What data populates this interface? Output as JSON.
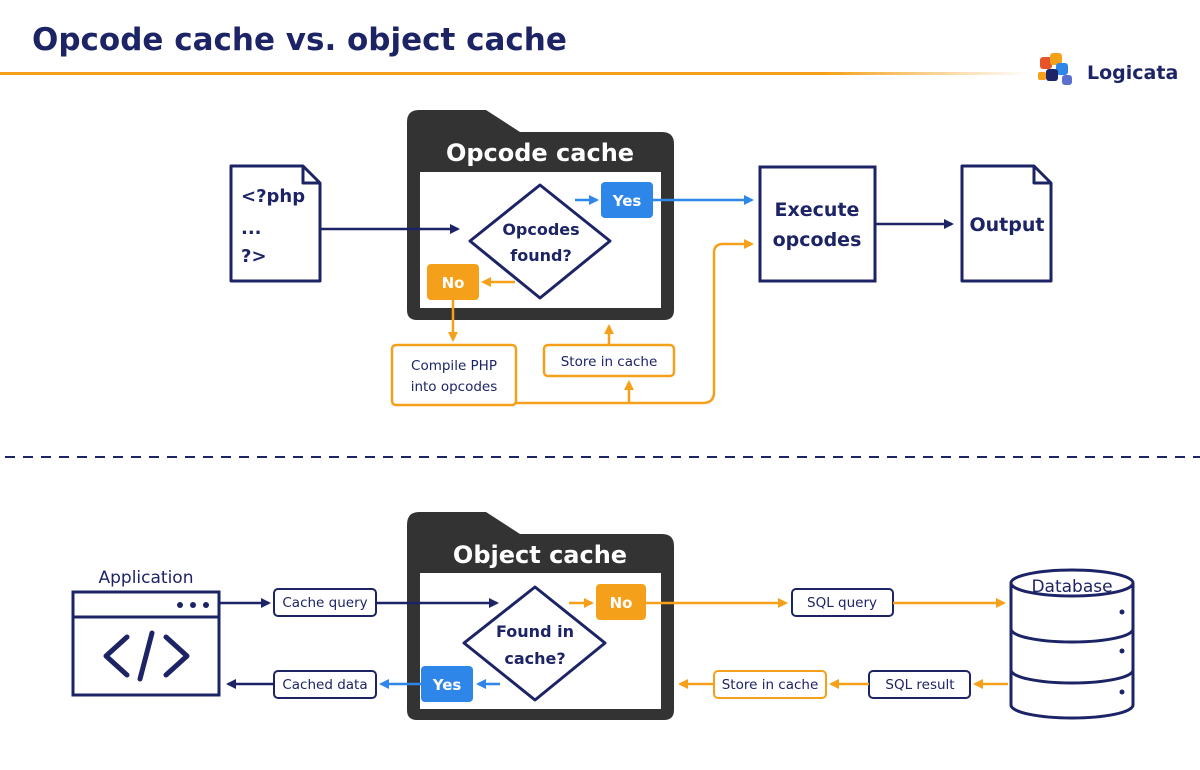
{
  "title": "Opcode cache vs. object cache",
  "brand": {
    "name": "Logicata"
  },
  "colors": {
    "navy": "#1d2466",
    "orange": "#f5a01a",
    "blue": "#2e86e8",
    "panel": "#333333"
  },
  "opcode_section": {
    "panel_title": "Opcode cache",
    "php_file": {
      "line1": "<?php",
      "line2": "...",
      "line3": "?>"
    },
    "decision": {
      "line1": "Opcodes",
      "line2": "found?"
    },
    "yes_label": "Yes",
    "no_label": "No",
    "compile": {
      "line1": "Compile PHP",
      "line2": "into opcodes"
    },
    "store_label": "Store in cache",
    "execute": {
      "line1": "Execute",
      "line2": "opcodes"
    },
    "output_label": "Output"
  },
  "object_section": {
    "panel_title": "Object cache",
    "application_label": "Application",
    "cache_query_label": "Cache query",
    "decision": {
      "line1": "Found in",
      "line2": "cache?"
    },
    "no_label": "No",
    "yes_label": "Yes",
    "sql_query_label": "SQL query",
    "database_label": "Database",
    "sql_result_label": "SQL result",
    "store_label": "Store in cache",
    "cached_data_label": "Cached data"
  }
}
